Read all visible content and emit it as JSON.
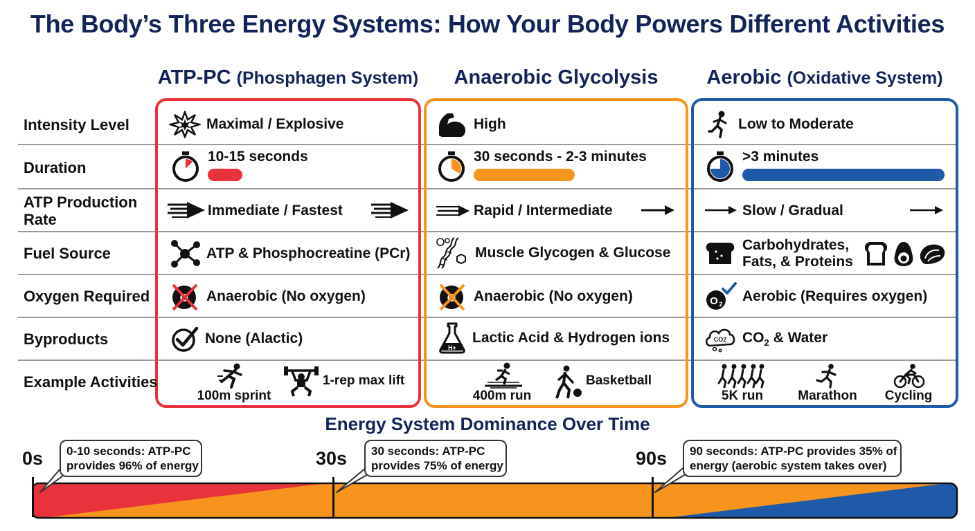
{
  "title": "The Body’s Three Energy Systems: How Your Body Powers Different Activities",
  "colors": {
    "atp": "#e8323c",
    "anaerobic": "#f7941d",
    "aerobic": "#1e5aa8",
    "heading": "#12245a"
  },
  "row_labels": [
    "Intensity Level",
    "Duration",
    "ATP Production Rate",
    "Fuel Source",
    "Oxygen Required",
    "Byproducts",
    "Example Activities"
  ],
  "systems": {
    "atp": {
      "name": "ATP-PC",
      "sub": "(Phosphagen System)",
      "intensity": "Maximal / Explosive",
      "duration": "10-15 seconds",
      "duration_fill": 0.17,
      "rate": "Immediate / Fastest",
      "fuel": "ATP & Phosphocreatine (PCr)",
      "oxygen": "Anaerobic (No oxygen)",
      "byproducts": "None (Alactic)",
      "activities": [
        "100m sprint",
        "1-rep max lift"
      ]
    },
    "anaerobic": {
      "name": "Anaerobic Glycolysis",
      "intensity": "High",
      "duration": "30 seconds - 2-3 minutes",
      "duration_fill": 0.5,
      "rate": "Rapid / Intermediate",
      "fuel": "Muscle Glycogen & Glucose",
      "oxygen": "Anaerobic (No oxygen)",
      "byproducts": "Lactic Acid & Hydrogen ions",
      "activities": [
        "400m run",
        "Basketball"
      ]
    },
    "aerobic": {
      "name": "Aerobic",
      "sub": "(Oxidative System)",
      "intensity": "Low to Moderate",
      "duration": ">3 minutes",
      "duration_fill": 1.0,
      "rate": "Slow / Gradual",
      "fuel_line1": "Carbohydrates,",
      "fuel_line2": "Fats, & Proteins",
      "oxygen": "Aerobic (Requires oxygen)",
      "byproducts_pre": "CO",
      "byproducts_sub": "2",
      "byproducts_post": " & Water",
      "activities": [
        "5K run",
        "Marathon",
        "Cycling"
      ]
    }
  },
  "timeline": {
    "title": "Energy System Dominance Over Time",
    "ticks": [
      "0s",
      "30s",
      "90s"
    ],
    "callouts": [
      {
        "line1": "0-10 seconds: ATP-PC",
        "line2": "provides 96% of energy"
      },
      {
        "line1": "30 seconds: ATP-PC",
        "line2": "provides 75% of energy"
      },
      {
        "line1": "90 seconds: ATP-PC provides 35% of",
        "line2": "energy (aerobic system takes over)"
      }
    ]
  }
}
